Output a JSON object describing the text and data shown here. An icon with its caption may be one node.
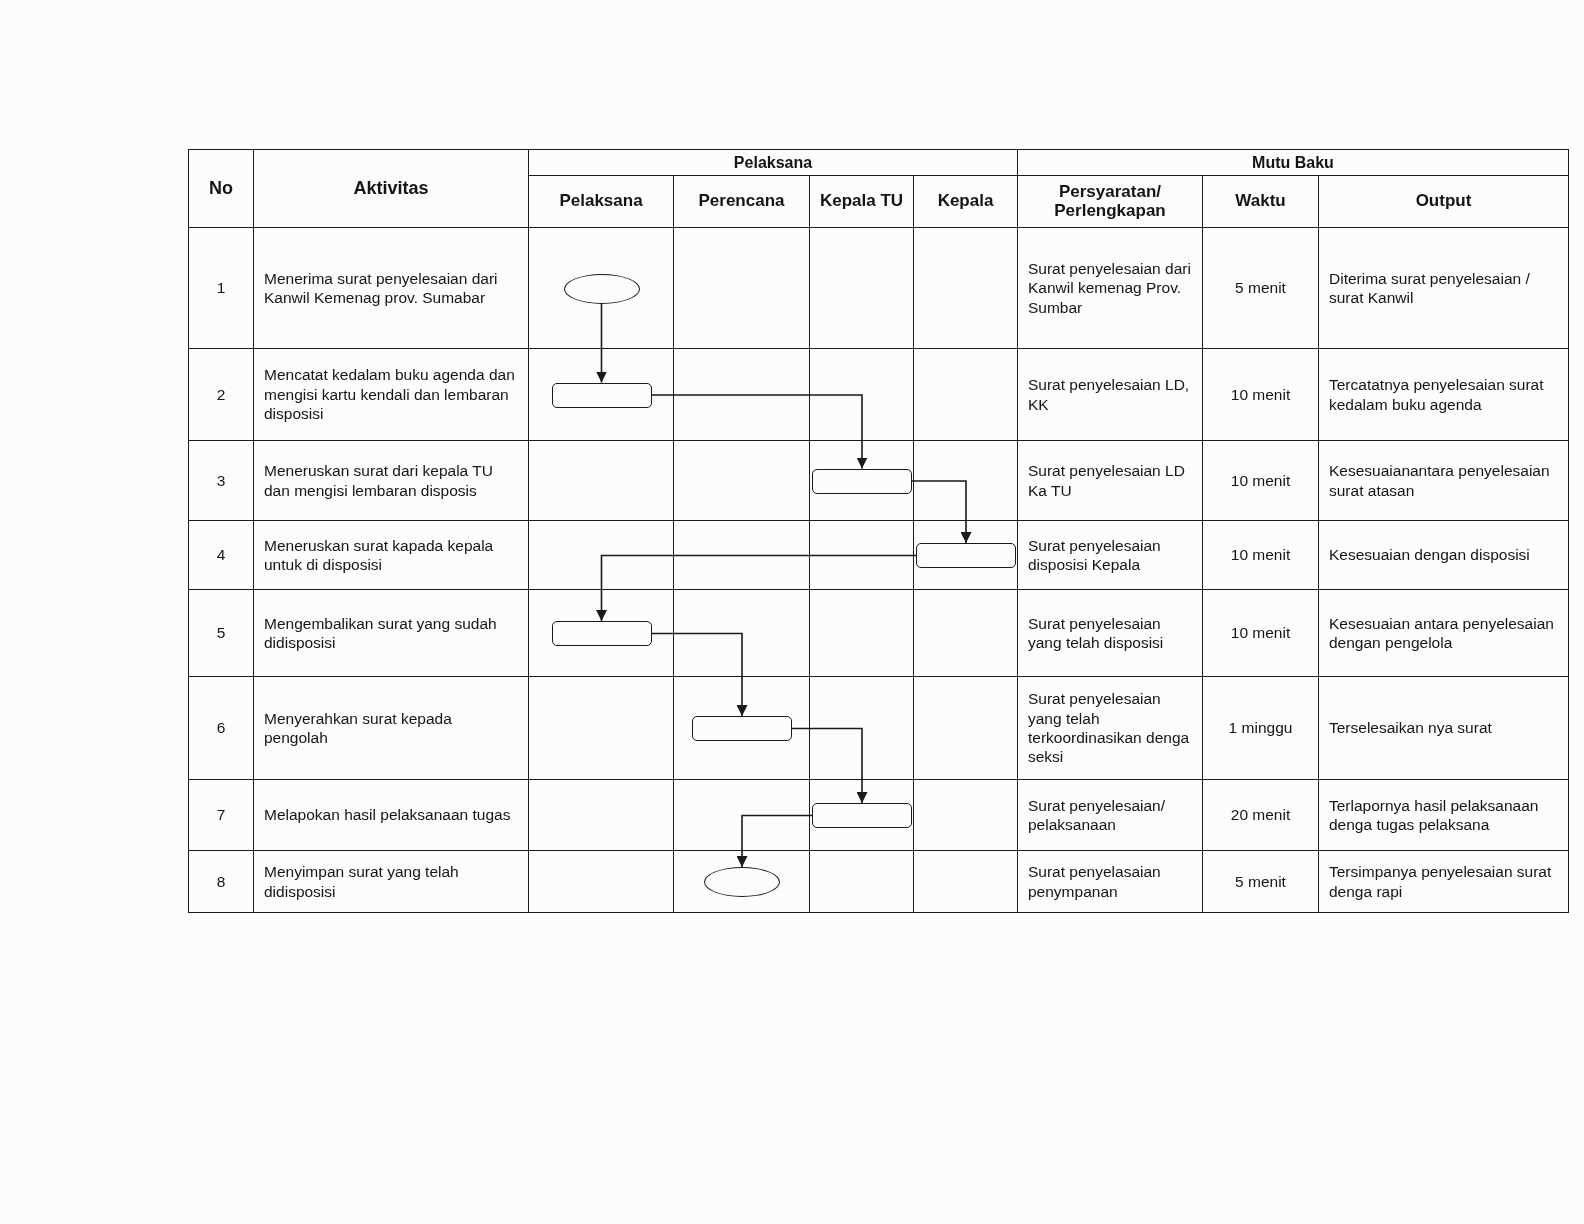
{
  "diagram": {
    "nodes": [
      {
        "text": [],
        "shape": "ellipse"
      },
      {
        "text": [],
        "shape": "box"
      },
      {
        "text": [],
        "shape": "box"
      },
      {
        "text": [],
        "shape": "box"
      },
      {
        "text": [],
        "shape": "box"
      },
      {
        "text": [],
        "shape": "box"
      },
      {
        "text": [],
        "shape": "box"
      },
      {
        "text": [],
        "shape": "ellipse"
      }
    ],
    "edges": [
      {
        "from": 0,
        "to": 1,
        "arrow": "to"
      },
      {
        "from": 1,
        "to": 2,
        "arrow": "to"
      },
      {
        "from": 2,
        "to": 3,
        "arrow": "to"
      },
      {
        "from": 3,
        "to": 4,
        "arrow": "to"
      },
      {
        "from": 4,
        "to": 5,
        "arrow": "to"
      },
      {
        "from": 5,
        "to": 6,
        "arrow": "to"
      },
      {
        "from": 6,
        "to": 7,
        "arrow": "to"
      }
    ],
    "labels": [
      "No",
      "Aktivitas",
      "Pelaksana",
      "Mutu Baku",
      "Pelaksana",
      "Perencana",
      "Kepala TU",
      "Kepala",
      "Persyaratan/ Perlengkapan",
      "Waktu",
      "Output",
      "1",
      "Menerima surat penyelesaian dari Kanwil Kemenag prov. Sumabar",
      "Surat penyelesaian dari Kanwil kemenag Prov. Sumbar",
      "5 menit",
      "Diterima surat penyelesaian / surat Kanwil",
      "2",
      "Mencatat kedalam buku agenda dan mengisi kartu kendali dan lembaran disposisi",
      "Surat penyelesaian LD, KK",
      "10 menit",
      "Tercatatnya penyelesaian surat kedalam buku agenda",
      "3",
      "Meneruskan surat dari kepala TU dan mengisi lembaran disposis",
      "Surat penyelesaian LD Ka TU",
      "10 menit",
      "Kesesuaianantara penyelesaian surat atasan",
      "4",
      "Meneruskan surat kapada kepala untuk di disposisi",
      "Surat penyelesaian disposisi Kepala",
      "10 menit",
      "Kesesuaian dengan disposisi",
      "5",
      "Mengembalikan surat yang sudah didisposisi",
      "Surat penyelesaian yang telah disposisi",
      "10 menit",
      "Kesesuaian antara penyelesaian dengan pengelola",
      "6",
      "Menyerahkan surat kepada pengolah",
      "Surat penyelesaian yang telah terkoordinasikan denga seksi",
      "1 minggu",
      "Terselesaikan nya surat",
      "7",
      "Melapokan hasil pelaksanaan tugas",
      "Surat penyelesaian/ pelaksanaan",
      "20 menit",
      "Terlapornya hasil pelaksanaan denga tugas pelaksana",
      "8",
      "Menyimpan surat yang telah didisposisi",
      "Surat penyelasaian penympanan",
      "5 menit",
      "Tersimpanya penyelesaian surat denga rapi"
    ]
  }
}
